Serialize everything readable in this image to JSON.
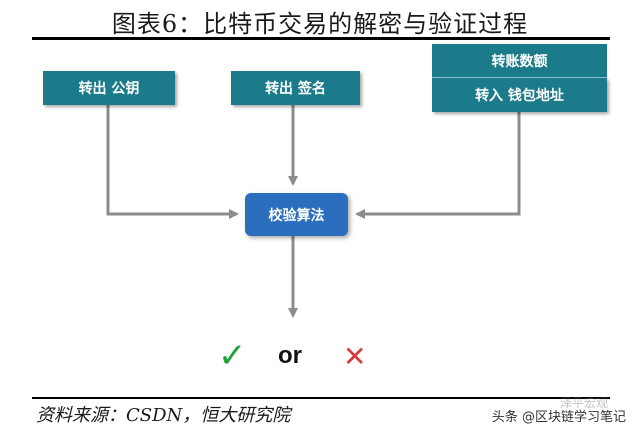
{
  "title": "图表6：比特币交易的解密与验证过程",
  "boxes": {
    "transfer_public_key": "转出 公钥",
    "transfer_signature": "转出 签名",
    "transfer_amount": "转账数额",
    "receive_wallet_address": "转入 钱包地址",
    "verification_algorithm": "校验算法"
  },
  "result": {
    "valid_icon": "✓",
    "or_text": "or",
    "invalid_icon": "✕"
  },
  "colors": {
    "box_teal": "#1b7b8b",
    "box_blue": "#2a6ebd",
    "arrow_gray": "#8c8c8c",
    "check_green": "#21a33b",
    "cross_red": "#d93a3a"
  },
  "footer": {
    "source": "资料来源：CSDN，恒大研究院",
    "watermark": "头条 @区块链学习笔记",
    "watermark_faded": "泽平宏观"
  }
}
